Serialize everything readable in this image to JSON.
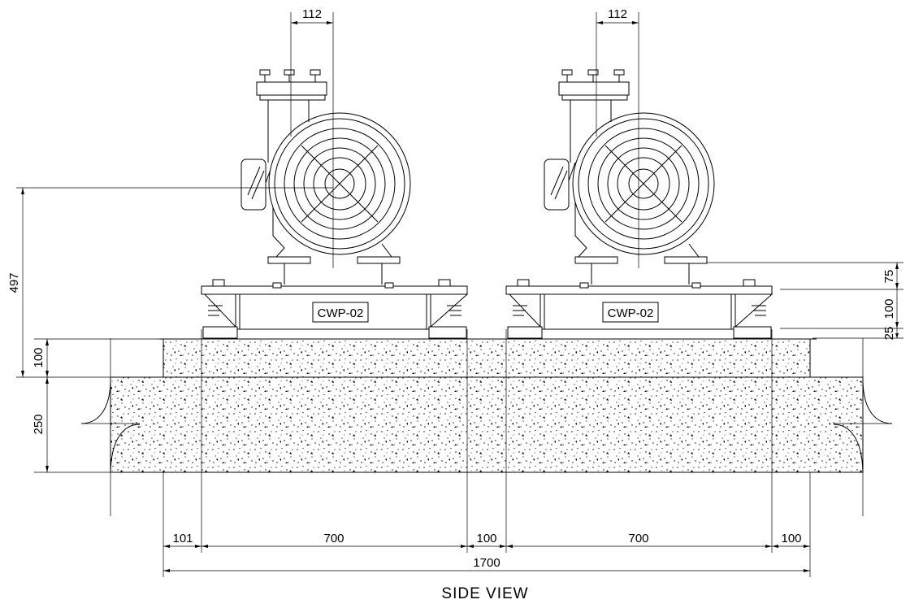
{
  "drawing": {
    "title": "SIDE VIEW",
    "pumps": [
      {
        "tag": "CWP-02"
      },
      {
        "tag": "CWP-02"
      }
    ],
    "dimensions": {
      "shaft_offset_left": "112",
      "shaft_offset_right": "112",
      "shaft_height": "497",
      "plinth_height": "100",
      "slab_height": "250",
      "base_frame_to_top": "75",
      "base_frame_height": "100",
      "isolator_height": "25",
      "edge_left": "101",
      "pump_width_1": "700",
      "gap_middle": "100",
      "pump_width_2": "700",
      "edge_right": "100",
      "total_width": "1700"
    }
  }
}
